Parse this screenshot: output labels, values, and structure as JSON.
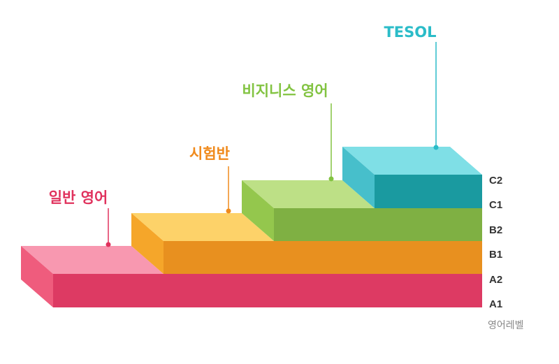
{
  "steps": [
    {
      "label": "일반 영어",
      "top": "#f898b0",
      "front": "#dd3a63",
      "side": "#ef5c7d",
      "label_color": "#e0325d"
    },
    {
      "label": "시험반",
      "top": "#fdd269",
      "front": "#e8901f",
      "side": "#f5a62a",
      "label_color": "#f08a1c"
    },
    {
      "label": "비지니스 영어",
      "top": "#bde086",
      "front": "#7fb043",
      "side": "#94c74d",
      "label_color": "#82c341"
    },
    {
      "label": "TESOL",
      "top": "#7fdfe6",
      "front": "#1a9aa0",
      "side": "#47bfcb",
      "label_color": "#2bbcc8"
    }
  ],
  "levels": [
    "C2",
    "C1",
    "B2",
    "B1",
    "A2",
    "A1"
  ],
  "axis_title": "영어레벨"
}
